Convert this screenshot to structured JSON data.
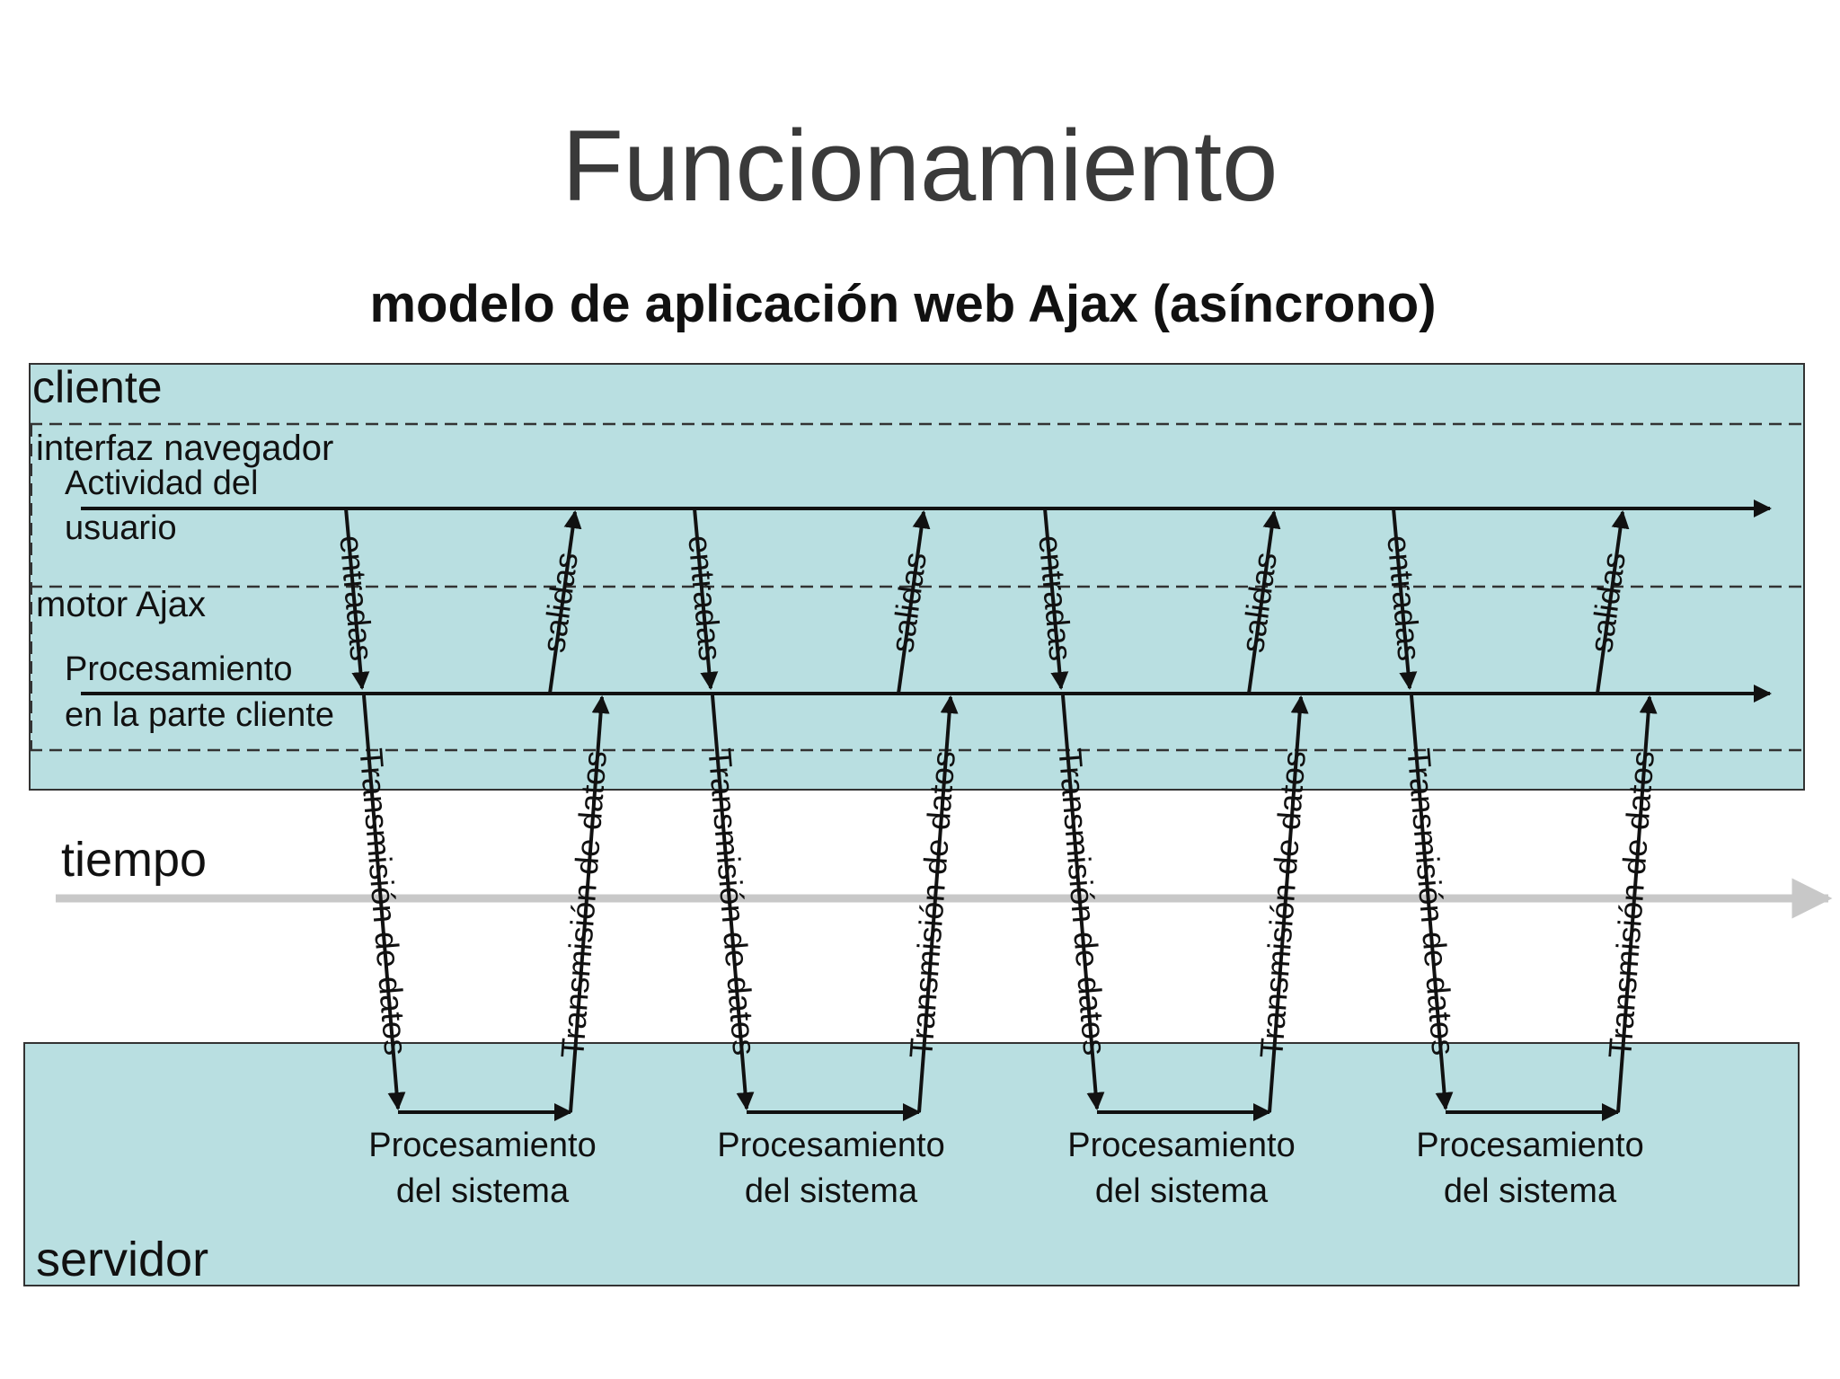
{
  "slide": {
    "title": "Funcionamiento"
  },
  "diagram": {
    "title": "modelo de aplicación web Ajax (asíncrono)",
    "client_label": "cliente",
    "browser_label": "interfaz navegador",
    "user_activity": [
      "Actividad del",
      "usuario"
    ],
    "engine_label": "motor Ajax",
    "client_processing": [
      "Procesamiento",
      "en la parte cliente"
    ],
    "time_label": "tiempo",
    "server_label": "servidor",
    "input_label": "entradas",
    "output_label": "salidas",
    "transmission_label": "Transmisión de datos",
    "server_processing": [
      "Procesamiento",
      "del sistema"
    ],
    "cycles": 4
  },
  "colors": {
    "panel_fill": "#b9dfe1",
    "panel_stroke": "#333333",
    "arrow": "#111111",
    "time_arrow": "#c8c8c8"
  }
}
